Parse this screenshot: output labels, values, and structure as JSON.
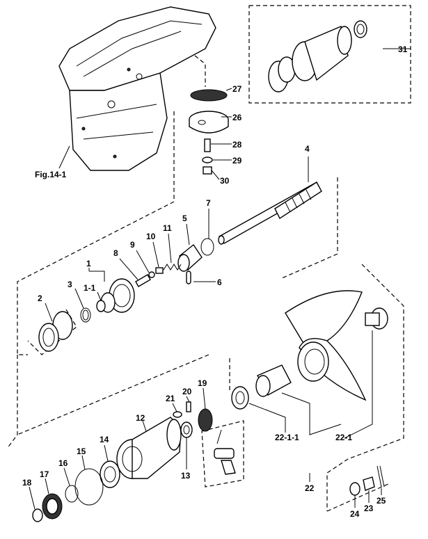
{
  "labels": {
    "fig": "Fig.14-1",
    "p1": "1",
    "p1_1": "1-1",
    "p2": "2",
    "p3": "3",
    "p4": "4",
    "p5": "5",
    "p6": "6",
    "p7": "7",
    "p8": "8",
    "p9": "9",
    "p10": "10",
    "p11": "11",
    "p12": "12",
    "p13": "13",
    "p14": "14",
    "p15": "15",
    "p16": "16",
    "p17": "17",
    "p18": "18",
    "p19": "19",
    "p20": "20",
    "p21": "21",
    "p22": "22",
    "p22_1": "22-1",
    "p22_1_1": "22-1-1",
    "p23": "23",
    "p24": "24",
    "p25": "25",
    "p26": "26",
    "p27": "27",
    "p28": "28",
    "p29": "29",
    "p30": "30",
    "p31": "31"
  }
}
